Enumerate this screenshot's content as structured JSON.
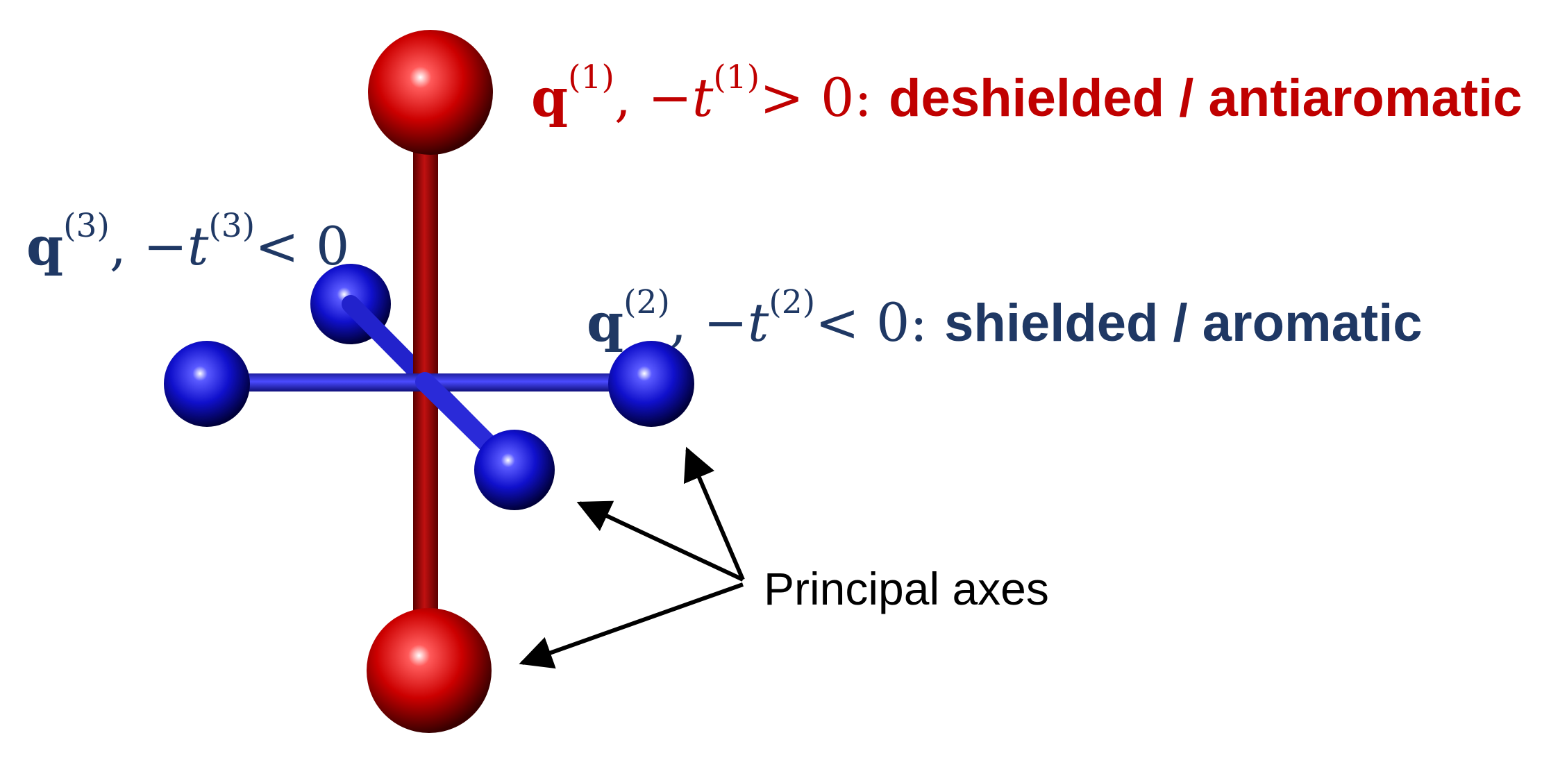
{
  "colors": {
    "red_axis": "#c00000",
    "blue_axis": "#1f3864",
    "red_sphere": "#cc0000",
    "blue_sphere": "#1010d0",
    "arrow": "#000000"
  },
  "labels": {
    "axis1": {
      "vector": "q",
      "superscript": "(1)",
      "separator": ", −",
      "tensor": "t",
      "tensor_superscript": "(1)",
      "relation": "> 0",
      "colon": ": ",
      "description": "deshielded / antiaromatic"
    },
    "axis3": {
      "vector": "q",
      "superscript": "(3)",
      "separator": ", −",
      "tensor": "t",
      "tensor_superscript": "(3)",
      "relation": "< 0"
    },
    "axis2": {
      "vector": "q",
      "superscript": "(2)",
      "separator": ", −",
      "tensor": "t",
      "tensor_superscript": "(2)",
      "relation": "< 0",
      "colon": ": ",
      "description": "shielded / aromatic"
    },
    "callout": "Principal axes"
  }
}
